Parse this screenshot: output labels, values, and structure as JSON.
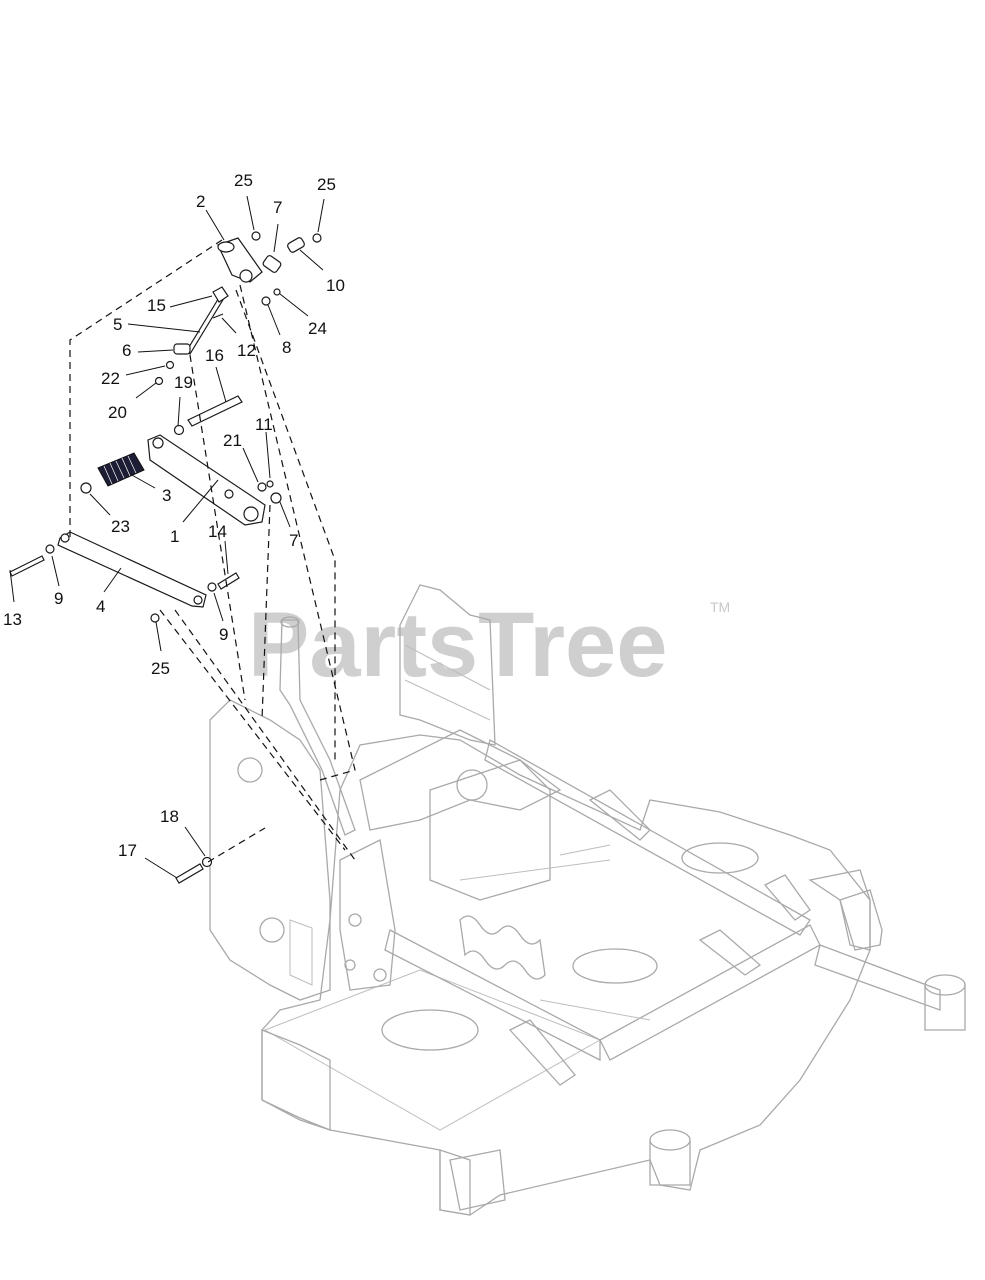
{
  "watermark": {
    "text": "PartsTree",
    "tm": "TM"
  },
  "callouts": [
    {
      "id": "c2",
      "text": "2"
    },
    {
      "id": "c25a",
      "text": "25"
    },
    {
      "id": "c7a",
      "text": "7"
    },
    {
      "id": "c25b",
      "text": "25"
    },
    {
      "id": "c10",
      "text": "10"
    },
    {
      "id": "c15",
      "text": "15"
    },
    {
      "id": "c5",
      "text": "5"
    },
    {
      "id": "c12",
      "text": "12"
    },
    {
      "id": "c8",
      "text": "8"
    },
    {
      "id": "c24",
      "text": "24"
    },
    {
      "id": "c6",
      "text": "6"
    },
    {
      "id": "c16",
      "text": "16"
    },
    {
      "id": "c22",
      "text": "22"
    },
    {
      "id": "c19",
      "text": "19"
    },
    {
      "id": "c20",
      "text": "20"
    },
    {
      "id": "c21",
      "text": "21"
    },
    {
      "id": "c11",
      "text": "11"
    },
    {
      "id": "c3",
      "text": "3"
    },
    {
      "id": "c23",
      "text": "23"
    },
    {
      "id": "c1",
      "text": "1"
    },
    {
      "id": "c7b",
      "text": "7"
    },
    {
      "id": "c14",
      "text": "14"
    },
    {
      "id": "c13",
      "text": "13"
    },
    {
      "id": "c9a",
      "text": "9"
    },
    {
      "id": "c4",
      "text": "4"
    },
    {
      "id": "c9b",
      "text": "9"
    },
    {
      "id": "c25c",
      "text": "25"
    },
    {
      "id": "c18",
      "text": "18"
    },
    {
      "id": "c17",
      "text": "17"
    }
  ]
}
